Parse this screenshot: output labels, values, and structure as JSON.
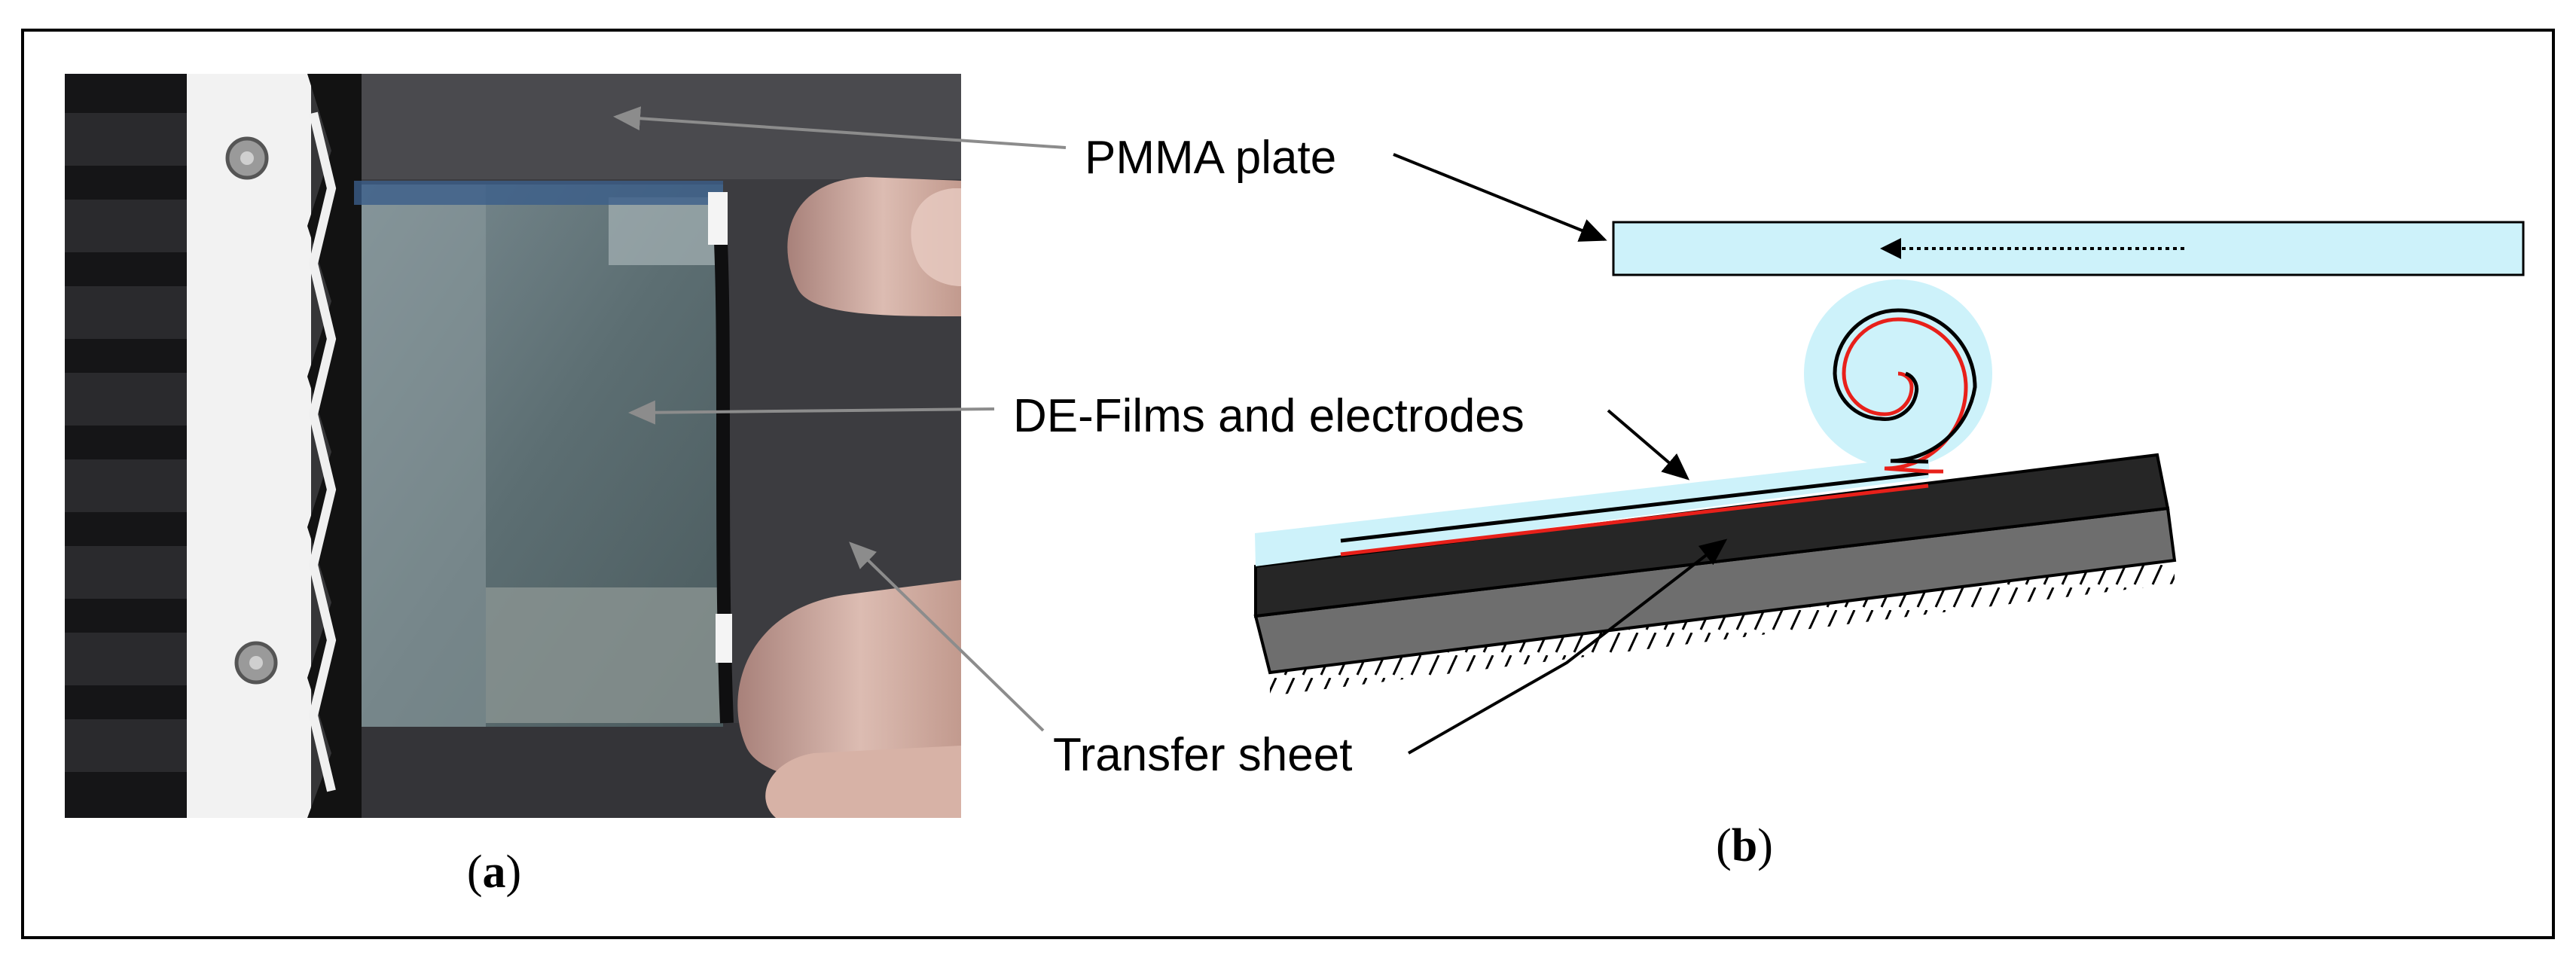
{
  "figure": {
    "panel_a_label_letter": "a",
    "panel_b_label_letter": "b",
    "callouts": {
      "pmma_plate": "PMMA plate",
      "de_films": "DE-Films and electrodes",
      "transfer_sheet": "Transfer sheet"
    }
  },
  "colors": {
    "pmma_fill": "#cdf2fa",
    "film_fill": "#cdf2fa",
    "spiral_black": "#000000",
    "spiral_red": "#e8201a",
    "sheet_dark": "#262626",
    "base_grey": "#6e6e6e",
    "leader_grey": "#8c8c8c"
  }
}
